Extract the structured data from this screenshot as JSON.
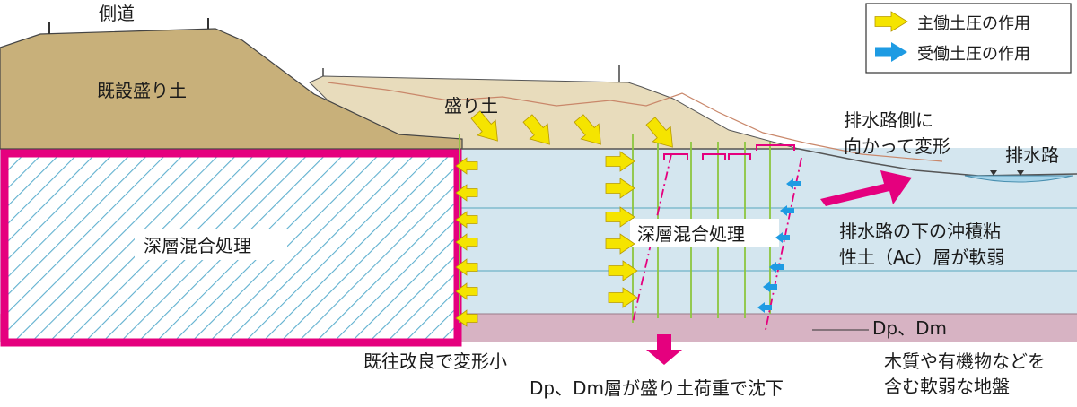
{
  "labels": {
    "side_road": "側道",
    "existing_embankment": "既設盛り土",
    "embankment": "盛り土",
    "dsm_left": "深層混合処理",
    "dsm_center": "深層混合処理",
    "deform_line1": "排水路側に",
    "deform_line2": "向かって変形",
    "drainage": "排水路",
    "ac_line1": "排水路の下の沖積粘",
    "ac_line2": "性土（Ac）層が軟弱",
    "dp_dm": "Dp、Dm",
    "past_improvement": "既往改良で変形小",
    "settlement": "Dp、Dm層が盛り土荷重で沈下",
    "weak_line1": "木質や有機物などを",
    "weak_line2": "含む軟弱な地盤"
  },
  "legend": {
    "active": {
      "label": "主働土圧の作用",
      "color": "#f5e400"
    },
    "passive": {
      "label": "受働土圧の作用",
      "color": "#1e9be3"
    }
  },
  "colors": {
    "embankment_existing": "#c8b07a",
    "embankment_new": "#e8dcbc",
    "clay_layer": "#d4e6ef",
    "dp_layer": "#d7b3c3",
    "improved_zone": "#e5007e",
    "hatch": "#5fb0cf",
    "arrow_deform": "#e5007e",
    "arrow_settle": "#e5007e"
  }
}
